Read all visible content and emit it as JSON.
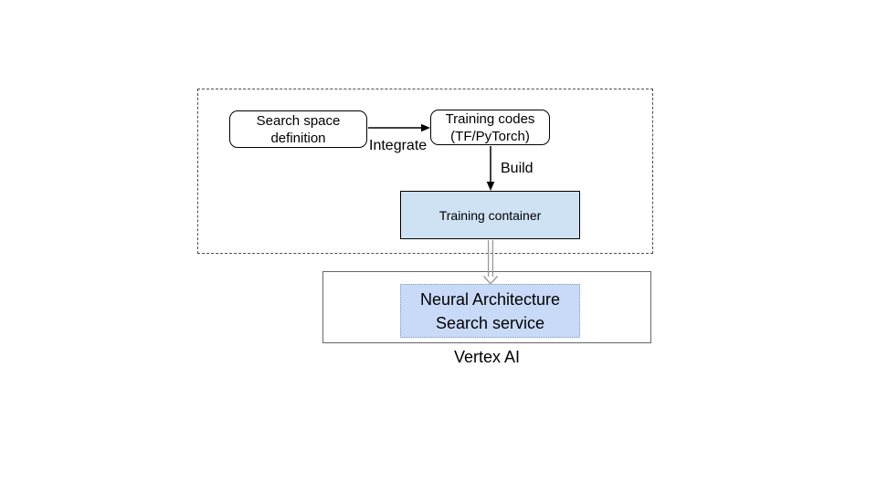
{
  "diagram": {
    "nodes": {
      "search_space": {
        "line1": "Search space",
        "line2": "definition"
      },
      "training_codes": {
        "line1": "Training codes",
        "line2": "(TF/PyTorch)"
      },
      "training_container": {
        "label": "Training container"
      },
      "nas_service": {
        "line1": "Neural Architecture",
        "line2": "Search service"
      }
    },
    "edges": {
      "integrate": "Integrate",
      "build": "Build"
    },
    "groups": {
      "vertex_caption": "Vertex AI"
    },
    "colors": {
      "background": "#ffffff",
      "node_border": "#000000",
      "dashed_group_border": "#4d4d4d",
      "vertex_group_border": "#666666",
      "training_container_fill": "#cfe2f3",
      "nas_service_fill": "#c9daf8",
      "nas_service_dotted_border": "#8c9ab8",
      "black_arrow": "#000000",
      "double_arrow": "#999999"
    }
  }
}
